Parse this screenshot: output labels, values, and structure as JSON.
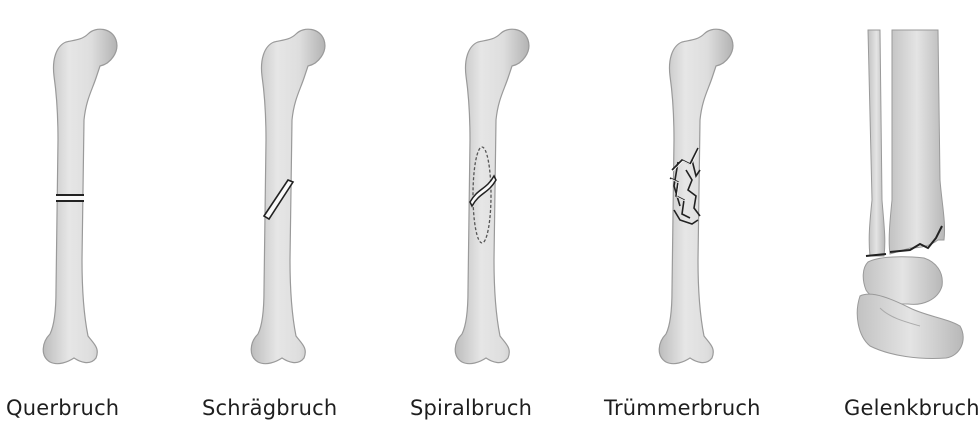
{
  "fracture_types": [
    {
      "id": "querbruch",
      "label": "Querbruch"
    },
    {
      "id": "schraegbruch",
      "label": "Schrägbruch"
    },
    {
      "id": "spiralbruch",
      "label": "Spiralbruch"
    },
    {
      "id": "truemmerbruch",
      "label": "Trümmerbruch"
    },
    {
      "id": "gelenkbruch",
      "label": "Gelenkbruch"
    }
  ],
  "colors": {
    "bone_fill": "#dcdcdc",
    "bone_outline": "#9a9a9a",
    "caption": "#1e1e1e"
  }
}
